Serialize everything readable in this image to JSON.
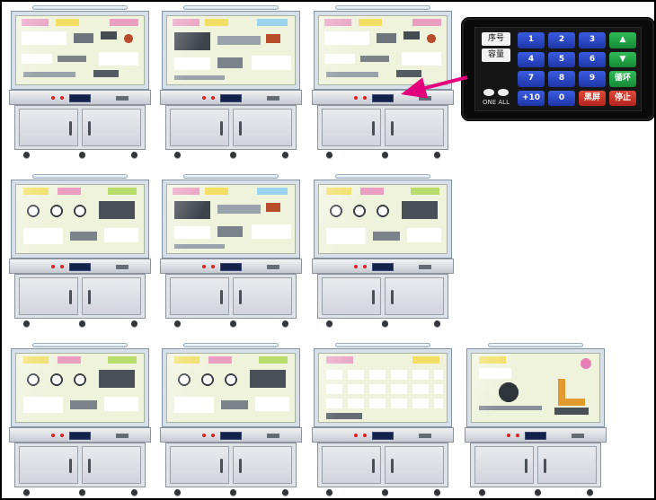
{
  "scene": {
    "description": "Product collage: ten hydraulic-pneumatic teaching demonstration cabinets in three rows, with a black remote keypad detail inset linked by a magenta arrow",
    "background": "#ffffff",
    "cabinet_count": 10
  },
  "keypad": {
    "left_labels": [
      "序号",
      "容量"
    ],
    "indicator_label": "ONE ALL",
    "keys": [
      [
        "1",
        "2",
        "3",
        "▲"
      ],
      [
        "4",
        "5",
        "6",
        "▼"
      ],
      [
        "7",
        "8",
        "9",
        "循环"
      ],
      [
        "+10",
        "0",
        "黑屏",
        "停止"
      ]
    ],
    "colors": {
      "digit_key": "#2a49c9",
      "arrow_key": "#1ea23f",
      "stop_key": "#d43131",
      "panel": "#0a0a0a"
    }
  },
  "arrow": {
    "color": "#e4007d"
  }
}
